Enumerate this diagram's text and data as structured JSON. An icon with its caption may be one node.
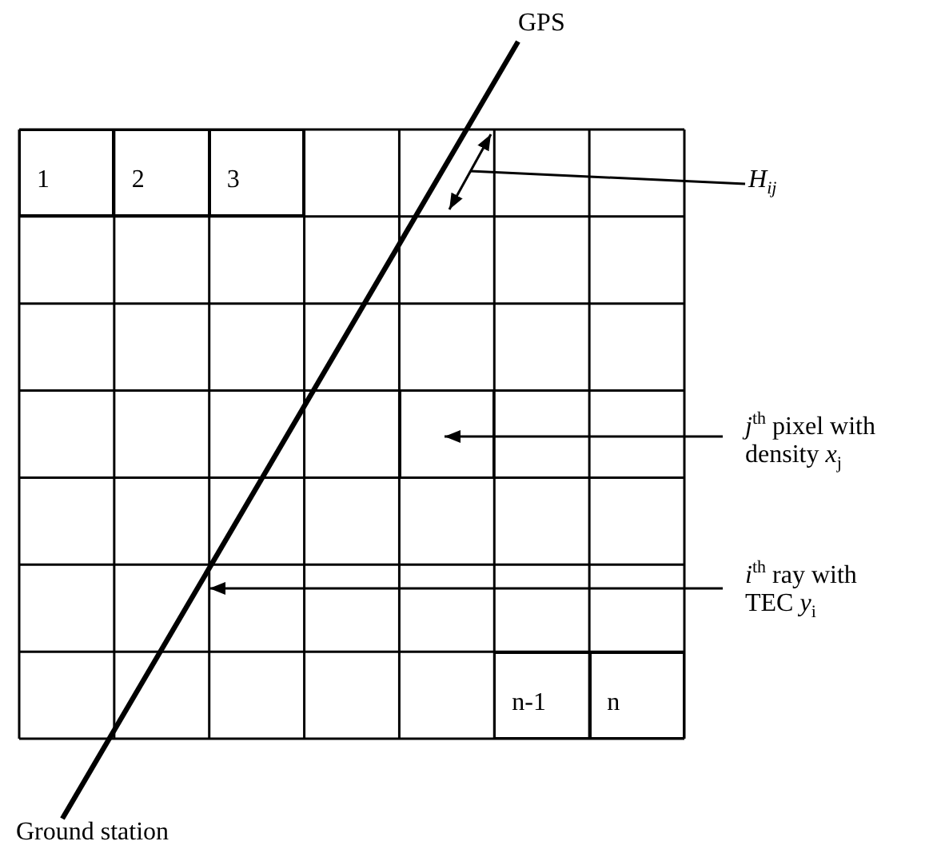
{
  "diagram": {
    "nodes": [
      {
        "text": [
          "GPS"
        ]
      },
      {
        "text": [
          "Ground station"
        ]
      },
      {
        "text": [
          "H$_{ij}$"
        ]
      },
      {
        "text": [
          "*j*$^{th}$ pixel with density *x*$_{j}$"
        ]
      },
      {
        "text": [
          "*i*$^{th}$ ray with TEC *y*$_{i}$"
        ]
      },
      {
        "text": [],
        "shape": "box"
      },
      {
        "text": [
          "1"
        ]
      },
      {
        "text": [
          "2"
        ]
      },
      {
        "text": [
          "3"
        ]
      },
      {
        "text": [
          "n-1"
        ]
      },
      {
        "text": [
          "n"
        ]
      }
    ],
    "edges": [
      {
        "from": 0,
        "to": 1,
        "arrow": "none",
        "style": "thick"
      },
      {
        "from": 2,
        "to": null,
        "arrow": "none"
      },
      {
        "from": 3,
        "to": 5,
        "arrow": "to"
      },
      {
        "from": 4,
        "to": null,
        "arrow": "to"
      }
    ]
  }
}
